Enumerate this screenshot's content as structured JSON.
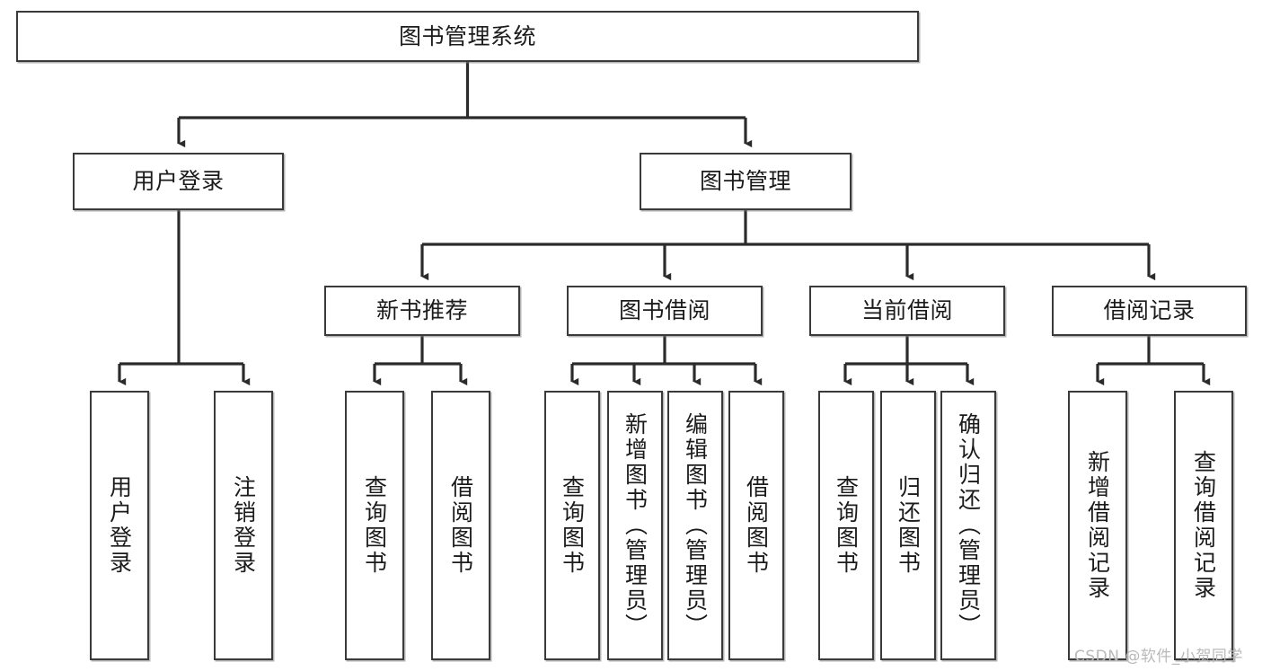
{
  "diagram": {
    "title": "图书管理系统",
    "type": "tree-hierarchy",
    "colors": {
      "box_border": "#3a3a3a",
      "box_fill": "#ffffff",
      "edge": "#2b2b2b",
      "watermark": "#b9b9b9",
      "background": "#ffffff"
    },
    "root": {
      "label": "图书管理系统"
    },
    "level2": [
      {
        "label": "用户登录"
      },
      {
        "label": "图书管理"
      }
    ],
    "level3": [
      {
        "label": "新书推荐"
      },
      {
        "label": "图书借阅"
      },
      {
        "label": "当前借阅"
      },
      {
        "label": "借阅记录"
      }
    ],
    "leaves": {
      "user_login": [
        {
          "label": "用户登录"
        },
        {
          "label": "注销登录"
        }
      ],
      "new_book_recommend": [
        {
          "label": "查询图书"
        },
        {
          "label": "借阅图书"
        }
      ],
      "book_borrow": [
        {
          "label": "查询图书"
        },
        {
          "label": "新增图书（管理员）"
        },
        {
          "label": "编辑图书（管理员）"
        },
        {
          "label": "借阅图书"
        }
      ],
      "current_borrow": [
        {
          "label": "查询图书"
        },
        {
          "label": "归还图书"
        },
        {
          "label": "确认归还（管理员）"
        }
      ],
      "borrow_record": [
        {
          "label": "新增借阅记录"
        },
        {
          "label": "查询借阅记录"
        }
      ]
    },
    "watermark": "CSDN @软件_小贺同学"
  }
}
